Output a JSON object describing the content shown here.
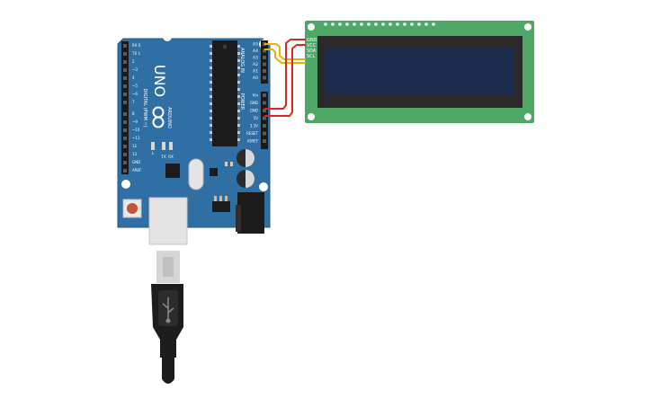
{
  "board": {
    "model": "UNO",
    "brand": "ARDUINO",
    "digital_label": "DIGITAL (PWM ~)",
    "analog_label": "ANALOG IN",
    "power_label": "POWER",
    "digital_pins": [
      "RX 0",
      "TX 1",
      "2",
      "~3",
      "4",
      "~5",
      "~6",
      "7",
      "8",
      "~9",
      "~10",
      "~11",
      "12",
      "13",
      "GND",
      "AREF"
    ],
    "analog_pins": [
      "A5",
      "A4",
      "A3",
      "A2",
      "A1",
      "A0"
    ],
    "power_pins": [
      "Vin",
      "GND",
      "GND",
      "5V",
      "3.3V",
      "RESET",
      "IOREF"
    ],
    "led_labels": [
      "L",
      "TX",
      "RX"
    ]
  },
  "lcd": {
    "pins": [
      "GND",
      "VCC",
      "SDA",
      "SCL"
    ]
  },
  "colors": {
    "board": "#2f6fa3",
    "lcd_board": "#4fa765",
    "lcd_screen": "#1d2b4c",
    "wire_red": "#d9281e",
    "wire_yellow": "#e8b100",
    "cable": "#1d1d1d"
  }
}
